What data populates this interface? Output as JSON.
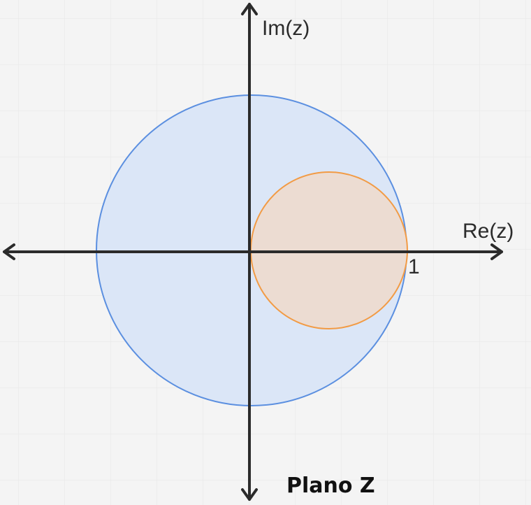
{
  "diagram": {
    "title": "Plano Z",
    "labels": {
      "imaginary_axis": "Im(z)",
      "real_axis": "Re(z)",
      "unit_tick": "1"
    },
    "colors": {
      "background": "#f4f4f4",
      "grid": "#e6e6e6",
      "axes": "#2b2b2b",
      "unit_circle_stroke": "#5b8fe0",
      "unit_circle_fill": "#dbe6f7",
      "small_circle_stroke": "#f29b45",
      "small_circle_fill": "#ecdcd2"
    }
  }
}
